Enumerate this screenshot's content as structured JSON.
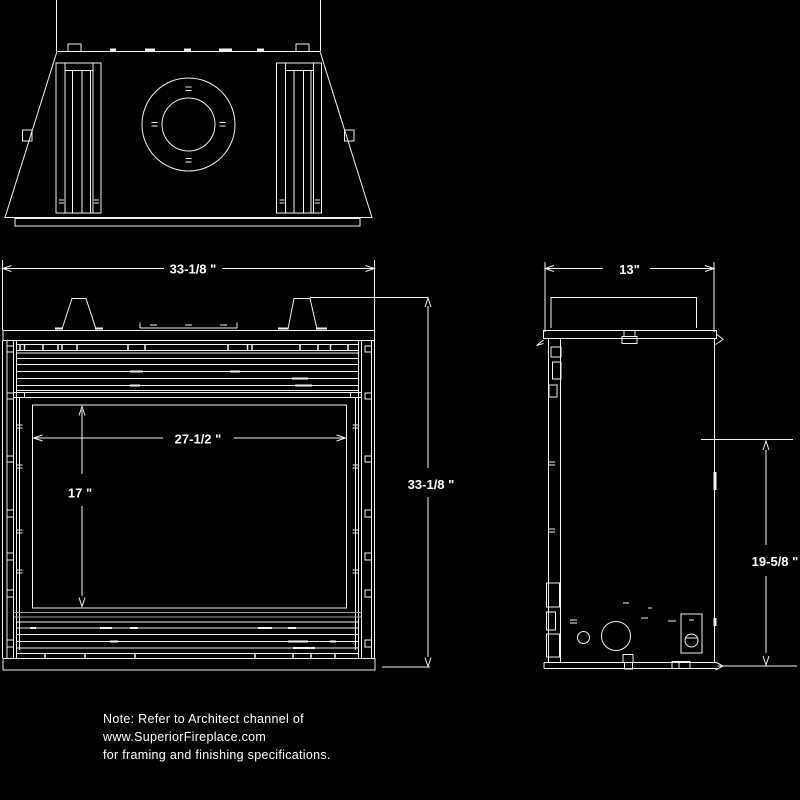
{
  "dimensions": {
    "front_width": "33-1/8 \"",
    "front_height": "33-1/8 \"",
    "opening_width": "27-1/2 \"",
    "opening_height": "17 \"",
    "side_depth": "13\"",
    "side_rear_height": "19-5/8 \""
  },
  "note": {
    "line1": "Note: Refer to Architect channel of",
    "line2": "www.SuperiorFireplace.com",
    "line3": "for framing and finishing specifications."
  },
  "colors": {
    "background": "#000000",
    "line": "#f2f2f2",
    "text": "#ffffff"
  }
}
